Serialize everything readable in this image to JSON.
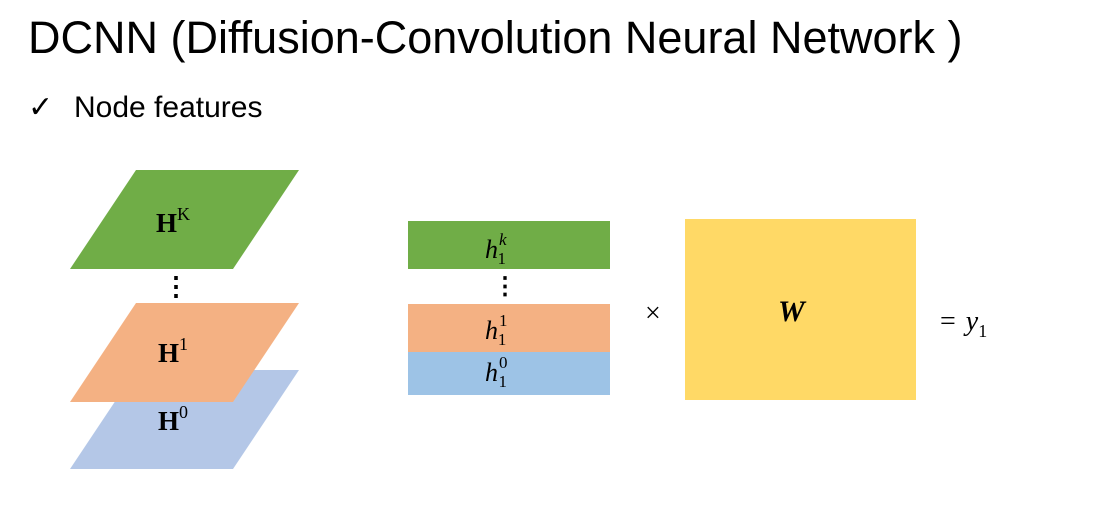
{
  "title": "DCNN (Diffusion-Convolution Neural Network )",
  "bullet": {
    "check": "✓",
    "text": "Node features"
  },
  "colors": {
    "green": "#70ad47",
    "orange": "#f4b183",
    "blue": "#b4c7e7",
    "blue_bar": "#9dc3e6",
    "yellow": "#ffd966"
  },
  "stack": {
    "layers": [
      {
        "base": "H",
        "sup": "K"
      },
      {
        "base": "H",
        "sup": "1"
      },
      {
        "base": "H",
        "sup": "0"
      }
    ],
    "vdots": "⋮"
  },
  "vector": {
    "rows": [
      {
        "base": "h",
        "sup": "k",
        "sub": "1"
      },
      {
        "base": "h",
        "sup": "1",
        "sub": "1"
      },
      {
        "base": "h",
        "sup": "0",
        "sub": "1"
      }
    ],
    "vdots": "⋮"
  },
  "times": "×",
  "weight": "W",
  "result": {
    "eq": "=",
    "base": "y",
    "sub": "1"
  }
}
